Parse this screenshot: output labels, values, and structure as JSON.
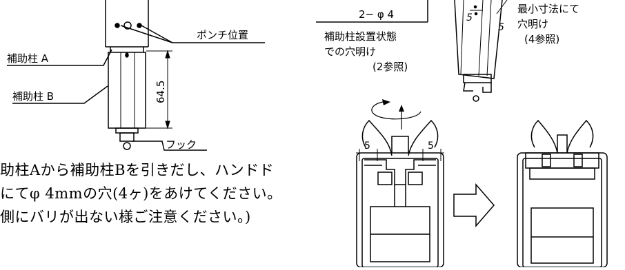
{
  "left_diagram": {
    "label_a": "補助柱 A",
    "label_b": "補助柱 B",
    "punch_label": "ポンチ位置",
    "hook_label": "フック",
    "dimension": "64.5"
  },
  "right_diagram": {
    "hole_spec": "2− φ 4",
    "note_line1": "補助柱設置状態",
    "note_line2": "での穴明け",
    "note_ref": "(2参照)",
    "min_line1": "最小寸法にて",
    "min_line2": "穴明け",
    "min_ref": "(4参照)",
    "dim_5": "5"
  },
  "instructions": [
    "助柱Aから補助柱Bを引きだし、ハンドド",
    "にてφ 4mmの穴(4ヶ)をあけてください。",
    "側にバリが出ない様ご注意ください。)"
  ]
}
